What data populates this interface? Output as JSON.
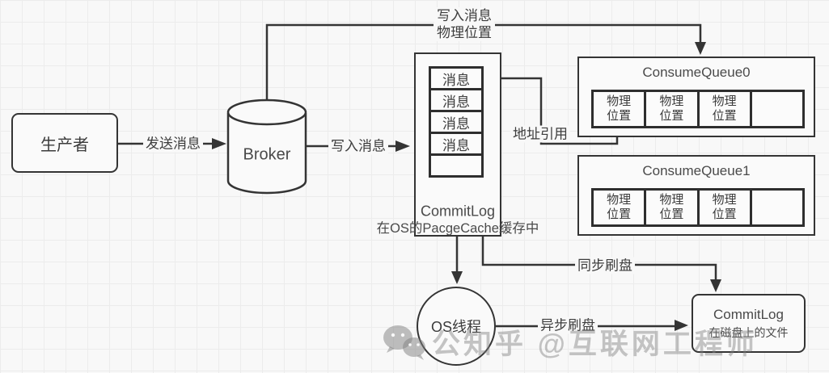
{
  "colors": {
    "stroke": "#343434",
    "background": "#f8f8f8",
    "grid": "#ececec",
    "watermark": "#808080"
  },
  "nodes": {
    "producer": {
      "label": "生产者"
    },
    "broker": {
      "label": "Broker"
    },
    "commitlog_cache": {
      "title": "CommitLog",
      "caption": "在OS的PacgeCache缓存中",
      "messages": [
        "消息",
        "消息",
        "消息",
        "消息",
        ""
      ]
    },
    "queues": [
      {
        "title": "ConsumeQueue0",
        "cells": [
          "物理\n位置",
          "物理\n位置",
          "物理\n位置",
          ""
        ]
      },
      {
        "title": "ConsumeQueue1",
        "cells": [
          "物理\n位置",
          "物理\n位置",
          "物理\n位置",
          ""
        ]
      }
    ],
    "os_thread": {
      "label": "OS线程"
    },
    "commitlog_disk": {
      "title": "CommitLog",
      "caption": "在磁盘上的文件"
    }
  },
  "edges": {
    "send": "发送消息",
    "write": "写入消息",
    "write_physical": "写入消息\n物理位置",
    "address_ref": "地址引用",
    "sync_flush": "同步刷盘",
    "async_flush": "异步刷盘"
  },
  "watermark": {
    "icon": "wechat-icon",
    "text": "公知乎 @互联网工程师"
  }
}
